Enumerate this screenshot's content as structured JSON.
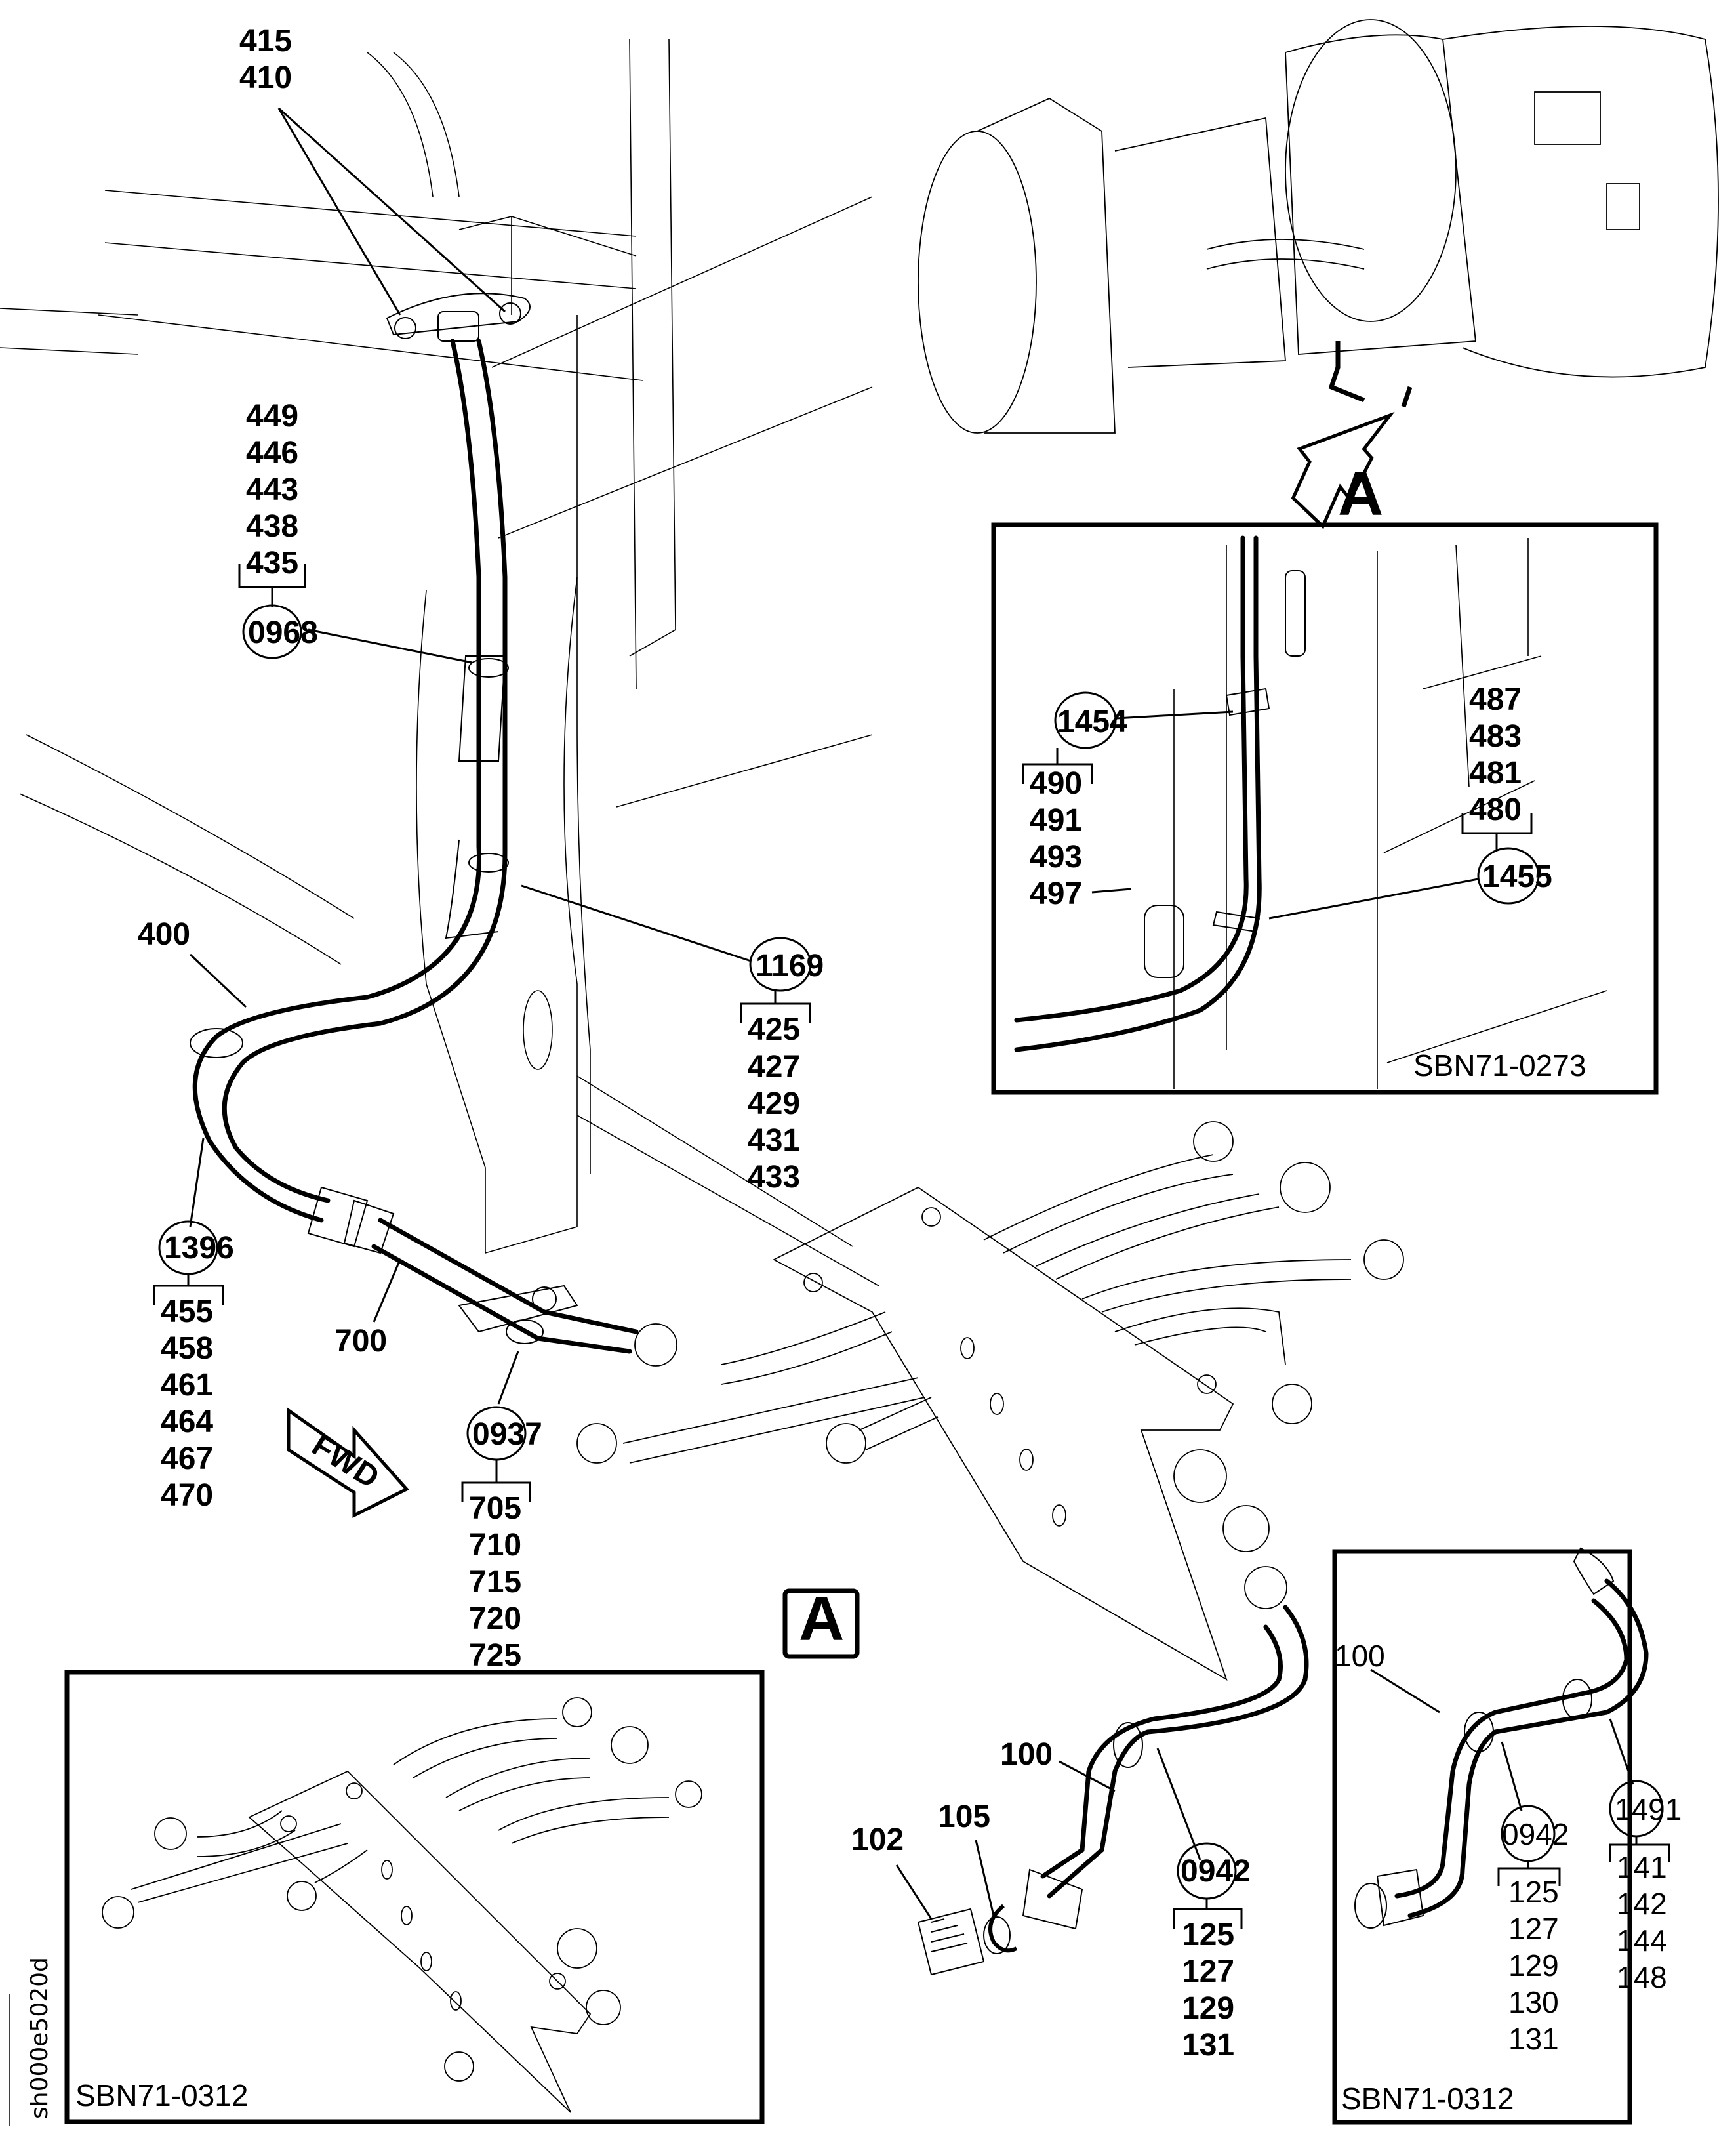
{
  "drawing": {
    "type": "illustrated parts catalog figure",
    "sheet_id": "sh000e5020d",
    "view_marker": "A",
    "fwd_arrow_label": "FWD"
  },
  "main_view": {
    "labels": {
      "p415": "415",
      "p410": "410",
      "stack_0968": [
        "449",
        "446",
        "443",
        "438",
        "435"
      ],
      "ref_0968": "0968",
      "ref_1169": "1169",
      "stack_1169": [
        "425",
        "427",
        "429",
        "431",
        "433"
      ],
      "p400": "400",
      "ref_1396": "1396",
      "stack_1396": [
        "455",
        "458",
        "461",
        "464",
        "467",
        "470"
      ],
      "p700": "700",
      "ref_0937": "0937",
      "stack_0937": [
        "705",
        "710",
        "715",
        "720",
        "725"
      ],
      "p100": "100",
      "p102": "102",
      "p105": "105",
      "ref_0942": "0942",
      "stack_0942": [
        "125",
        "127",
        "129",
        "131"
      ]
    }
  },
  "inset_a_top": {
    "title_marker": "A",
    "ref_1454": "1454",
    "stack_1454": [
      "490",
      "491",
      "493",
      "497"
    ],
    "stack_1455": [
      "487",
      "483",
      "481",
      "480"
    ],
    "ref_1455": "1455",
    "sbn": "SBN71-0273"
  },
  "inset_bottom_left": {
    "sbn": "SBN71-0312"
  },
  "inset_bottom_right": {
    "p100": "100",
    "ref_0942": "0942",
    "stack_0942": [
      "125",
      "127",
      "129",
      "130",
      "131"
    ],
    "ref_1491": "1491",
    "stack_1491": [
      "141",
      "142",
      "144",
      "148"
    ],
    "sbn": "SBN71-0312"
  }
}
